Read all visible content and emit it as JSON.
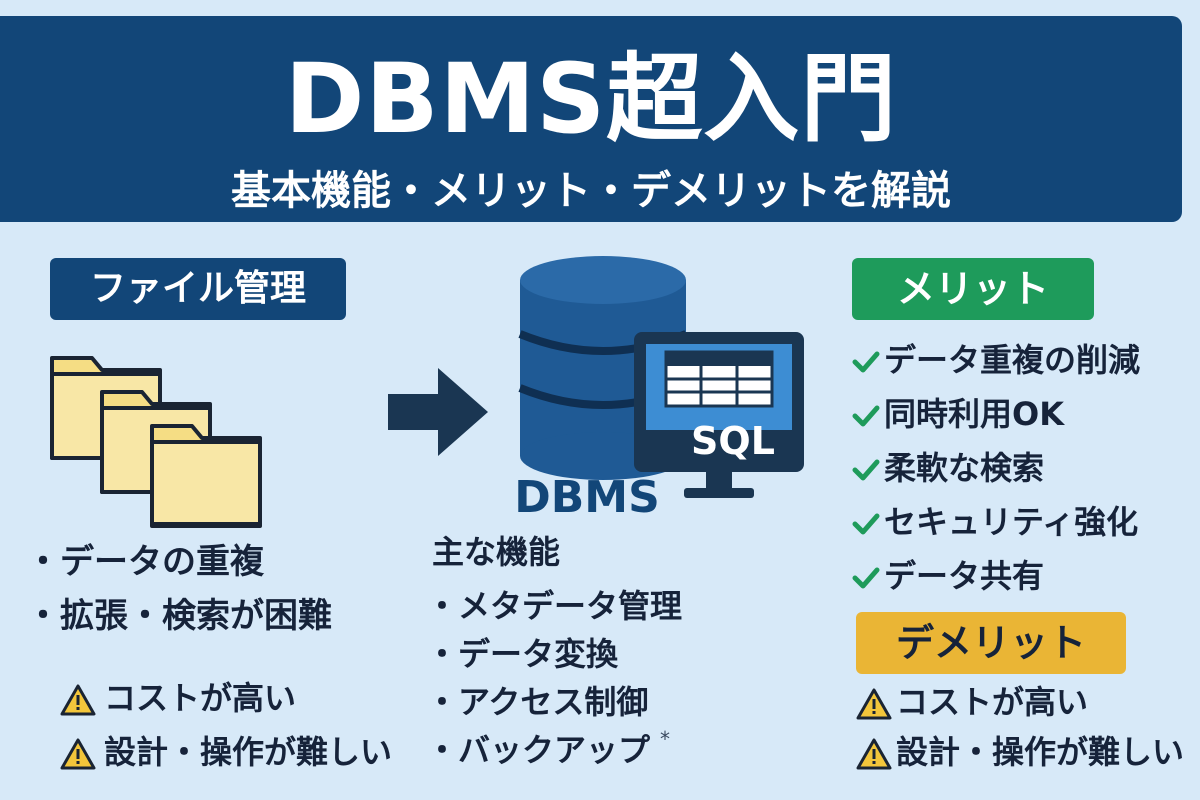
{
  "header": {
    "title": "DBMS超入門",
    "subtitle": "基本機能・メリット・デメリットを解説"
  },
  "file_management": {
    "label": "ファイル管理",
    "issues": [
      "・データの重複",
      "・拡張・検索が困難"
    ],
    "warnings": [
      "コストが高い",
      "設計・操作が難しい"
    ]
  },
  "dbms": {
    "label": "DBMS",
    "screen_label": "SQL",
    "functions_title": "主な機能",
    "functions": [
      "・メタデータ管理",
      "・データ変換",
      "・アクセス制御",
      "・バックアップ"
    ],
    "footnote_mark": "*"
  },
  "merits": {
    "label": "メリット",
    "items": [
      "データ重複の削減",
      "同時利用OK",
      "柔軟な検索",
      "セキュリティ強化",
      "データ共有"
    ]
  },
  "demerits": {
    "label": "デメリット",
    "items": [
      "コストが高い",
      "設計・操作が難しい"
    ]
  },
  "colors": {
    "background": "#d7e9f8",
    "header": "#124678",
    "merit": "#1e9b5b",
    "demerit": "#eab535",
    "folder": "#f5dd84"
  },
  "icons": [
    "folder-icon",
    "arrow-right-icon",
    "database-icon",
    "monitor-icon",
    "check-icon",
    "warning-icon"
  ]
}
